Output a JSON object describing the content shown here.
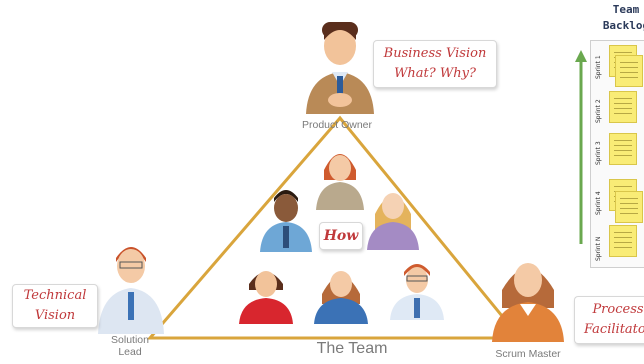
{
  "roles": {
    "product_owner": "Product Owner",
    "solution_lead": "Solution\nLead",
    "scrum_master": "Scrum Master"
  },
  "callouts": {
    "business_vision_line1": "Business Vision",
    "business_vision_line2": "What? Why?",
    "technical_vision_line1": "Technical",
    "technical_vision_line2": "Vision",
    "process_line1": "Process",
    "process_line2": "Facilitator",
    "how": "How"
  },
  "team_label": "The Team",
  "backlog": {
    "title_line1": "Team",
    "title_line2": "Backlog",
    "sprints": [
      "Sprint 1",
      "Sprint 2",
      "Sprint 3",
      "Sprint 4",
      "Sprint N"
    ]
  },
  "colors": {
    "triangle": "#d9a53c",
    "callout_text": "#c0393b",
    "arrow": "#6aa84f"
  }
}
